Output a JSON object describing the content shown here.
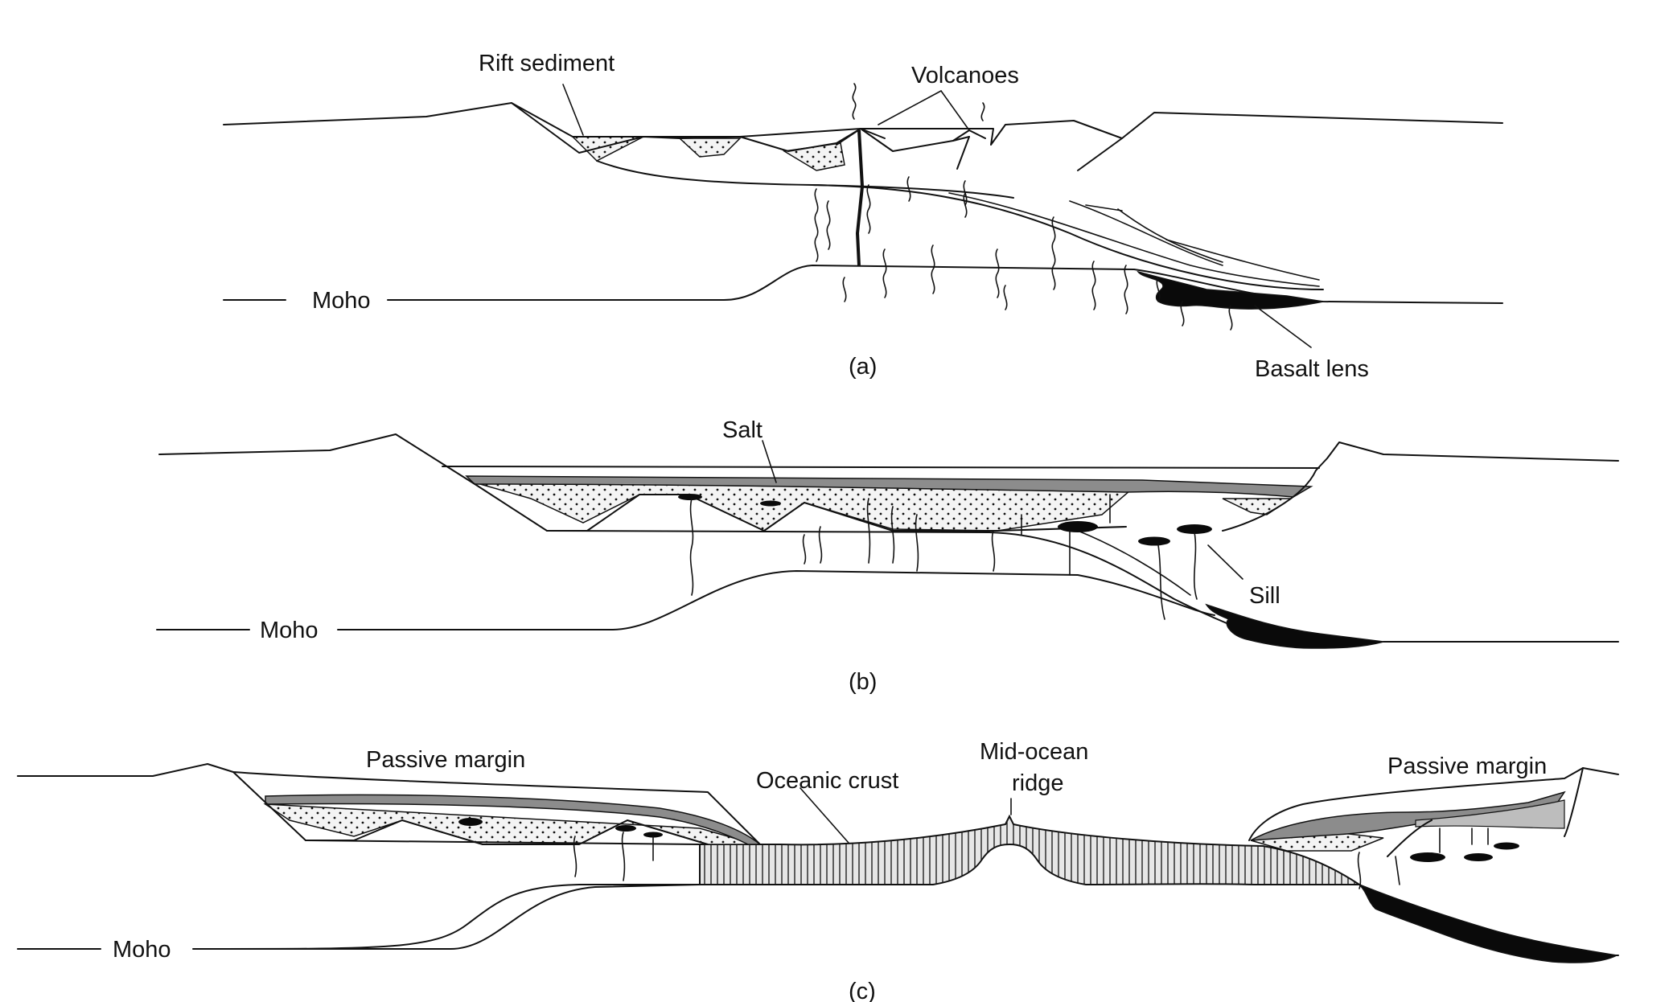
{
  "panels": {
    "a": {
      "caption": "(a)",
      "labels": {
        "rift_sediment": "Rift sediment",
        "volcanoes": "Volcanoes",
        "moho": "Moho",
        "basalt_lens": "Basalt lens"
      }
    },
    "b": {
      "caption": "(b)",
      "labels": {
        "salt": "Salt",
        "moho": "Moho",
        "sill": "Sill"
      }
    },
    "c": {
      "caption": "(c)",
      "labels": {
        "passive_margin_left": "Passive margin",
        "oceanic_crust": "Oceanic crust",
        "mid_ocean_ridge_line1": "Mid-ocean",
        "mid_ocean_ridge_line2": "ridge",
        "passive_margin_right": "Passive margin",
        "moho": "Moho"
      }
    }
  },
  "colors": {
    "ink": "#111111",
    "salt_fill": "#8c8c8c",
    "sediment_fill": "#f4f4f4",
    "oceanic_fill": "#e6e6e6",
    "basalt_fill": "#0a0a0a"
  }
}
